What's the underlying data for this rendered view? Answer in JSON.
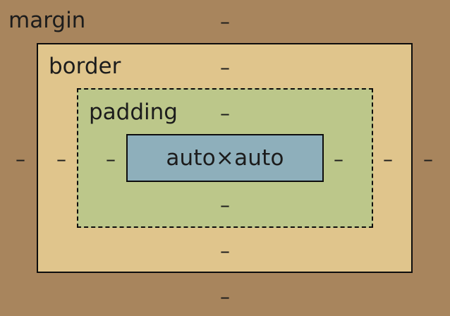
{
  "box_model": {
    "margin": {
      "label": "margin",
      "top": "–",
      "right": "–",
      "bottom": "–",
      "left": "–"
    },
    "border": {
      "label": "border",
      "top": "–",
      "right": "–",
      "bottom": "–",
      "left": "–"
    },
    "padding": {
      "label": "padding",
      "top": "–",
      "right": "–",
      "bottom": "–",
      "left": "–"
    },
    "content": {
      "size": "auto×auto"
    }
  },
  "colors": {
    "margin": "#a8855d",
    "border": "#e0c58c",
    "padding": "#bcc78a",
    "content": "#8eafbb"
  }
}
